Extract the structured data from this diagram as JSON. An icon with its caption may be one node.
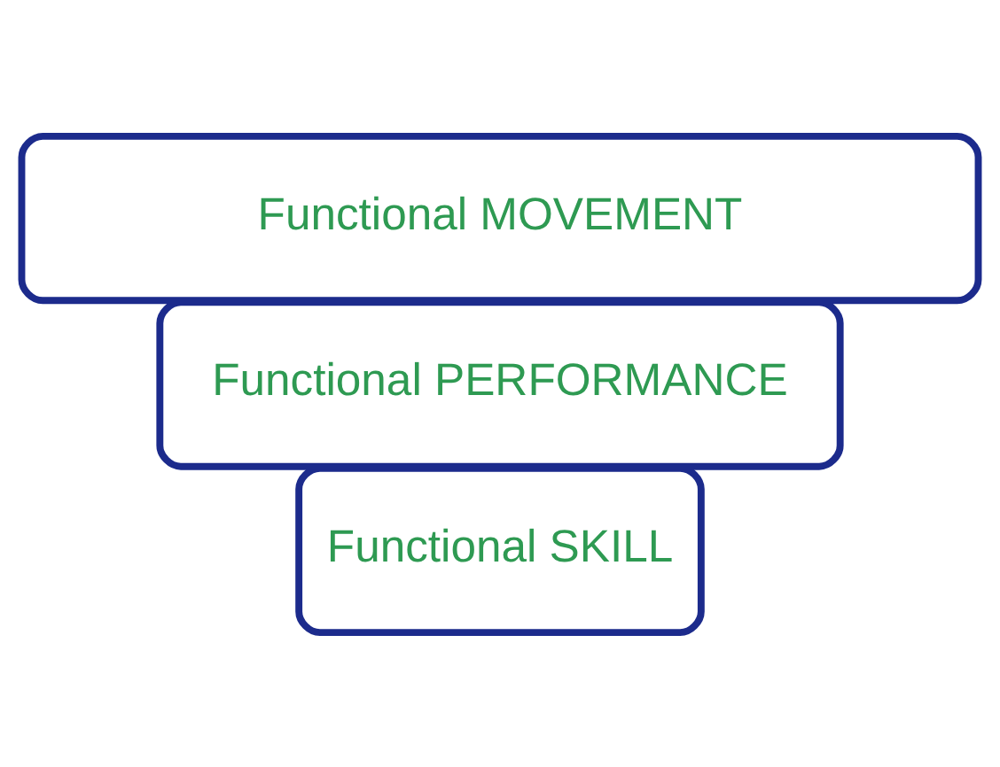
{
  "diagram": {
    "nodes": [
      {
        "text": [
          "Functional SKILL"
        ]
      },
      {
        "text": [
          "Functional PERFORMANCE"
        ]
      },
      {
        "text": [
          "Functional MOVEMENT"
        ]
      }
    ]
  }
}
